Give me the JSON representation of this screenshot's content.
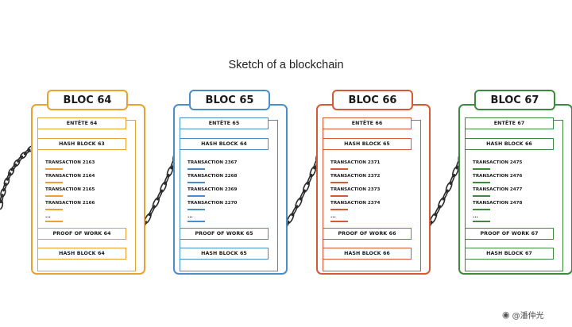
{
  "title": "Sketch of a blockchain",
  "blocks": [
    {
      "id": "BLOC 64",
      "color": "#e9a035",
      "header": "ENTÊTE 64",
      "hash_prev": "HASH BLOCK 63",
      "transactions": [
        "TRANSACTION 2163",
        "TRANSACTION 2164",
        "TRANSACTION 2165",
        "TRANSACTION 2166"
      ],
      "more": "...",
      "proof": "PROOF OF WORK 64",
      "hash_self": "HASH BLOCK 64"
    },
    {
      "id": "BLOC 65",
      "color": "#4a8ec9",
      "header": "ENTÊTE 65",
      "hash_prev": "HASH BLOCK 64",
      "transactions": [
        "TRANSACTION 2367",
        "TRANSACTION 2268",
        "TRANSACTION 2369",
        "TRANSACTION 2270"
      ],
      "more": "...",
      "proof": "PROOF OF WORK 65",
      "hash_self": "HASH BLOCK 65"
    },
    {
      "id": "BLOC 66",
      "color": "#d65a36",
      "header": "ENTÊTE 66",
      "hash_prev": "HASH BLOCK 65",
      "transactions": [
        "TRANSACTION 2371",
        "TRANSACTION 2372",
        "TRANSACTION 2373",
        "TRANSACTION 2374"
      ],
      "more": "...",
      "proof": "PROOF OF WORK 66",
      "hash_self": "HASH BLOCK 66"
    },
    {
      "id": "BLOC 67",
      "color": "#3d8a3d",
      "header": "ENTÊTE 67",
      "hash_prev": "HASH BLOCK 66",
      "transactions": [
        "TRANSACTION 2475",
        "TRANSACTION 2476",
        "TRANSACTION 2477",
        "TRANSACTION 2478"
      ],
      "more": "...",
      "proof": "PROOF OF WORK 67",
      "hash_self": "HASH BLOCK 67"
    }
  ],
  "chain_color": "#2a2a2a",
  "watermark": {
    "icon": "weibo-icon",
    "text": "@潘仲光"
  }
}
